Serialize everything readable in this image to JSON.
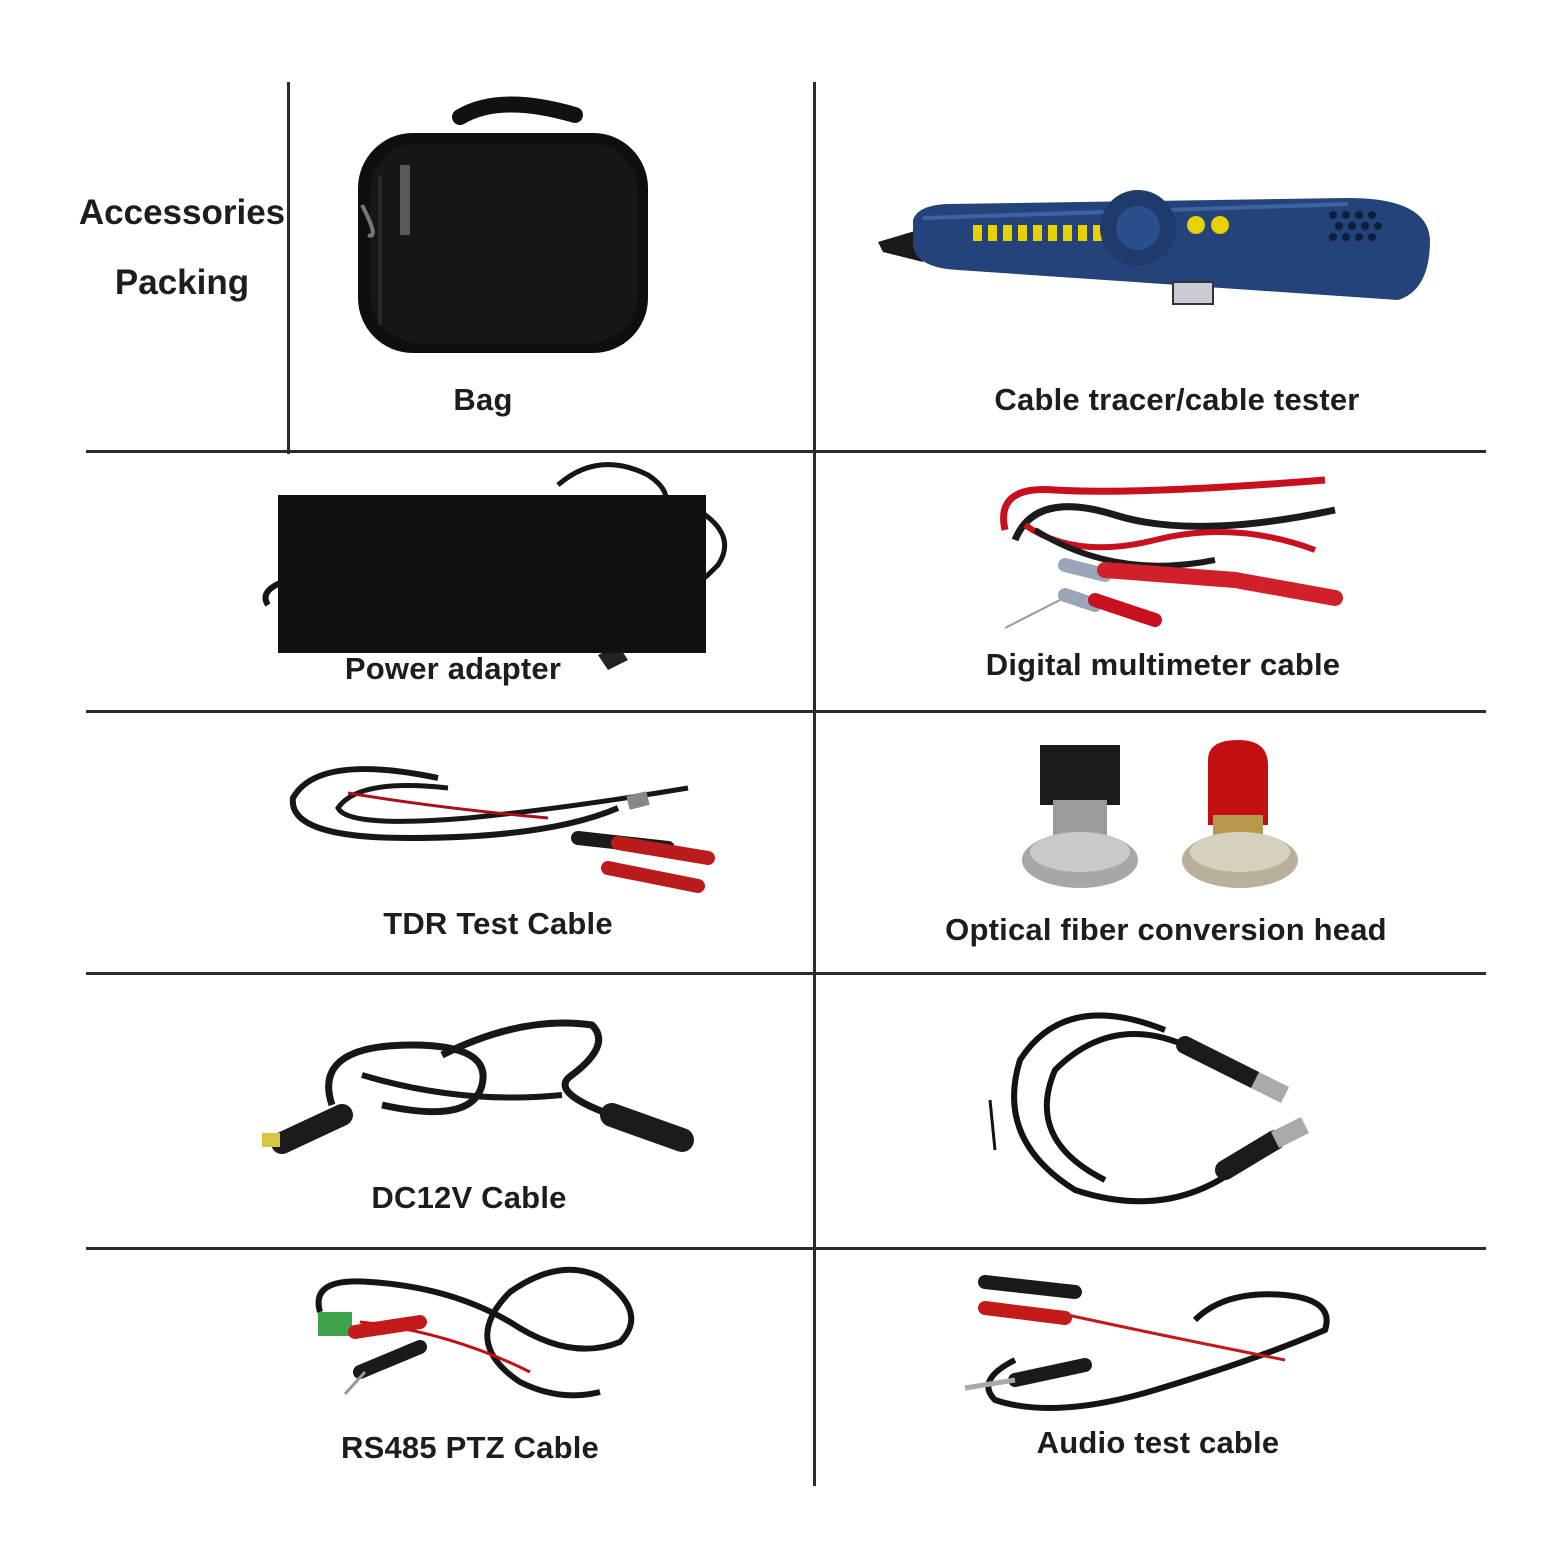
{
  "heading": {
    "line1": "Accessories",
    "line2": "Packing"
  },
  "items": [
    {
      "id": "bag",
      "label": "Bag",
      "icon": "bag-icon"
    },
    {
      "id": "cable-tracer",
      "label": "Cable tracer/cable tester",
      "icon": "cable-tracer-icon"
    },
    {
      "id": "power-adapter",
      "label": "Power adapter",
      "icon": "power-adapter-icon"
    },
    {
      "id": "multimeter-cable",
      "label": "Digital multimeter cable",
      "icon": "multimeter-probes-icon"
    },
    {
      "id": "tdr-cable",
      "label": "TDR Test Cable",
      "icon": "tdr-cable-icon"
    },
    {
      "id": "fiber-head",
      "label": "Optical fiber conversion head",
      "icon": "fiber-adapter-icon"
    },
    {
      "id": "dc12v-cable",
      "label": "DC12V Cable",
      "icon": "dc-cable-icon"
    },
    {
      "id": "bnc-cable",
      "label": "",
      "icon": "bnc-cable-icon"
    },
    {
      "id": "rs485-cable",
      "label": "RS485 PTZ Cable",
      "icon": "rs485-cable-icon"
    },
    {
      "id": "audio-cable",
      "label": "Audio test cable",
      "icon": "audio-cable-icon"
    }
  ]
}
